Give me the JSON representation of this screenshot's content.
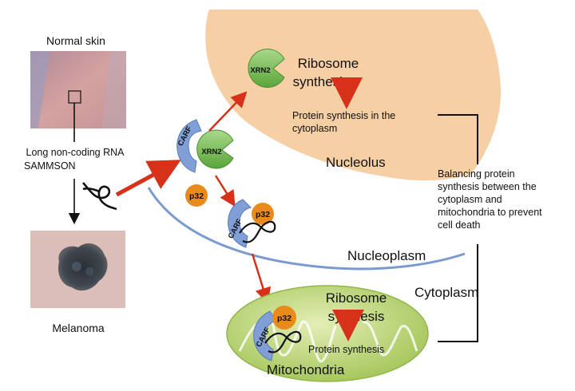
{
  "labels": {
    "normal_skin": "Normal skin",
    "lncrna_line1": "Long non-coding RNA",
    "lncrna_line2": "SAMMSON",
    "melanoma": "Melanoma",
    "ribosome_nucleolus_1": "Ribosome",
    "ribosome_nucleolus_2": "synthesis",
    "protein_cyto_1": "Protein synthesis in the",
    "protein_cyto_2": "cytoplasm",
    "nucleolus": "Nucleolus",
    "balance_1": "Balancing protein",
    "balance_2": "synthesis between the",
    "balance_3": "cytoplasm and",
    "balance_4": "mitochondria to prevent",
    "balance_5": "cell death",
    "nucleoplasm": "Nucleoplasm",
    "cytoplasm": "Cytoplasm",
    "ribosome_mito_1": "Ribosome",
    "ribosome_mito_2": "synthesis",
    "protein_mito": "Protein synthesis",
    "mitochondria": "Mitochondria"
  },
  "proteins": {
    "xrn2": "XRN2",
    "carf": "CARF",
    "p32": "p32"
  },
  "colors": {
    "nucleolus_fill": "#f6cfa4",
    "nuclear_envelope": "#7a9bd0",
    "xrn2_green": "#7dbf5a",
    "carf_blue": "#7f9fd6",
    "p32_orange": "#e88a1c",
    "arrow_red": "#d8311a",
    "mito_fill": "#bed878",
    "skin_tone": "#d9a9a0",
    "melanoma_tone": "#3b3f48"
  }
}
